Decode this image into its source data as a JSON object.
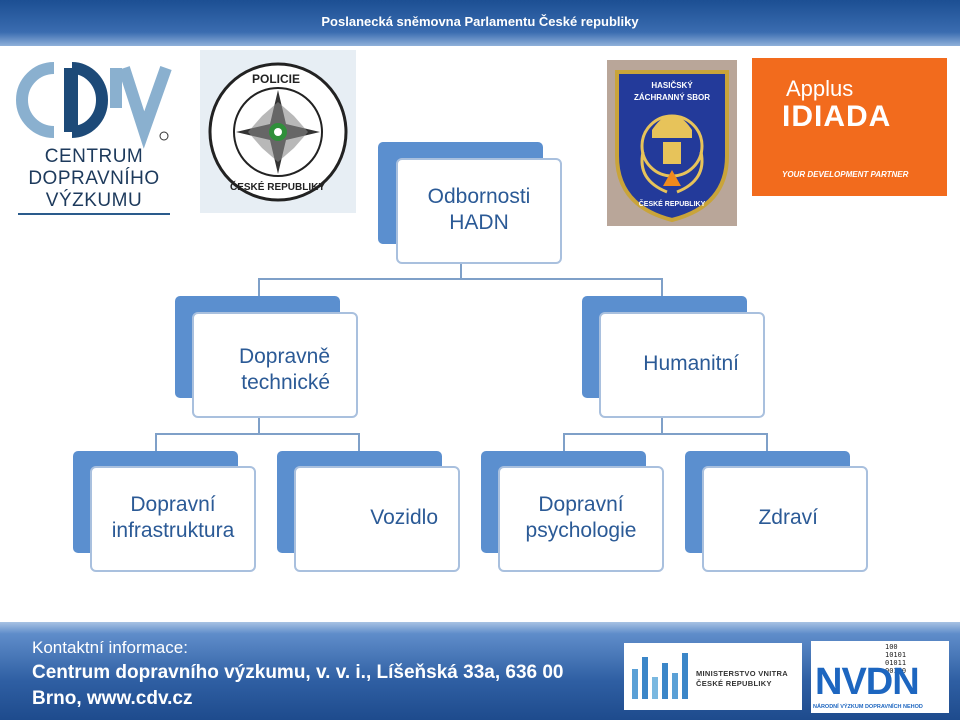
{
  "header": {
    "title": "Poslanecká sněmovna Parlamentu České republiky"
  },
  "logos": {
    "cdv": {
      "line1": "CENTRUM",
      "line2": "DOPRAVNÍHO",
      "line3": "VÝZKUMU"
    },
    "police": {
      "word1": "POLICIE",
      "word2": "ČESKÉ REPUBLIKY"
    },
    "fire": {
      "line1": "HASIČSKÝ",
      "line2": "ZÁCHRANNÝ SBOR",
      "line3": "ČESKÉ REPUBLIKY"
    },
    "applus": {
      "brand": "Applus",
      "name": "IDIADA",
      "tagline": "YOUR DEVELOPMENT PARTNER"
    },
    "ministry": {
      "line1": "MINISTERSTVO VNITRA",
      "line2": "ČESKÉ REPUBLIKY"
    },
    "nvdn": {
      "name": "NVDN",
      "subtitle": "NÁRODNÍ VÝZKUM DOPRAVNÍCH NEHOD",
      "bits": [
        "100",
        "10101",
        "01011",
        "00100"
      ]
    }
  },
  "diagram": {
    "root": {
      "line1": "Odbornosti",
      "line2": "HADN"
    },
    "level1": [
      {
        "line1": "Dopravně",
        "line2": "technické"
      },
      {
        "line1": "Humanitní",
        "line2": ""
      }
    ],
    "level2": [
      {
        "line1": "Dopravní",
        "line2": "infrastruktura"
      },
      {
        "line1": "Vozidlo",
        "line2": ""
      },
      {
        "line1": "Dopravní",
        "line2": "psychologie"
      },
      {
        "line1": "Zdraví",
        "line2": ""
      }
    ]
  },
  "footer": {
    "label": "Kontaktní informace:",
    "line1": "Centrum dopravního výzkumu, v. v. i., Líšeňská 33a, 636 00",
    "line2": "Brno,  www.cdv.cz"
  },
  "colors": {
    "accent": "#5b8fcf",
    "text": "#2b5a96",
    "header": "#1c4f93"
  }
}
